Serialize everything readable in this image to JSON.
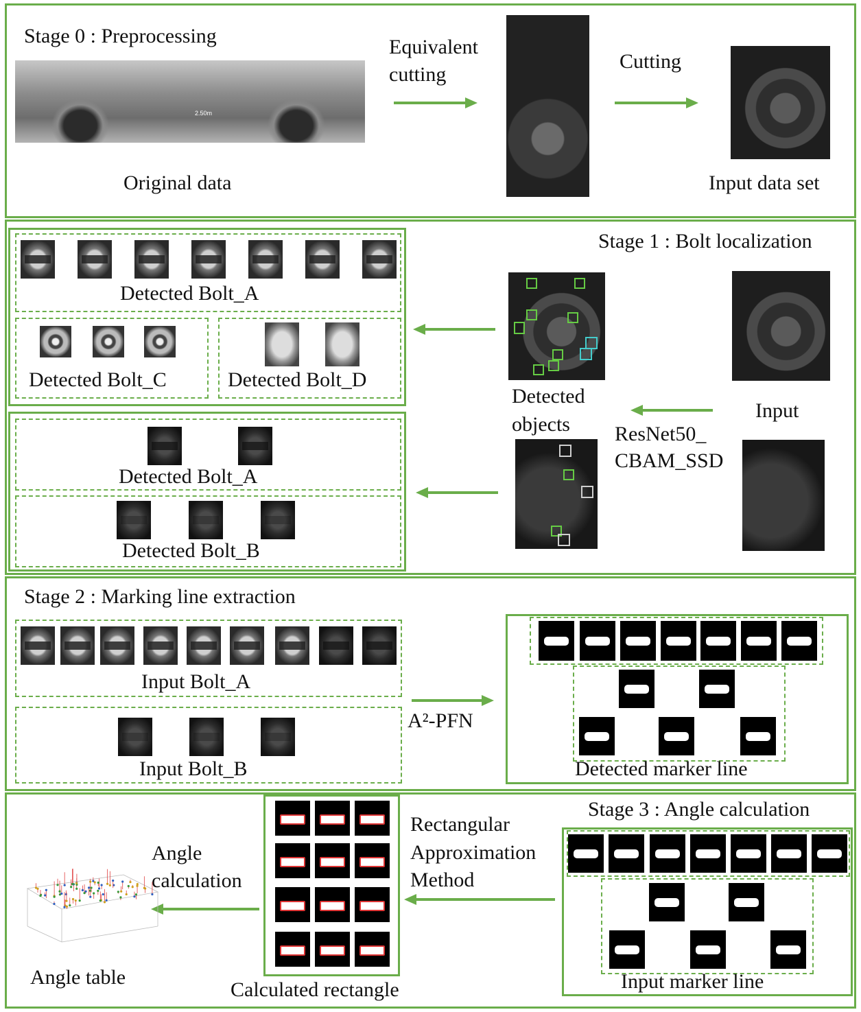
{
  "stage0": {
    "title": "Stage 0 : Preprocessing",
    "original_label": "Original data",
    "equivalent_cutting": [
      "Equivalent",
      "cutting"
    ],
    "cutting": "Cutting",
    "input_dataset": "Input data set",
    "bogie_scale_text": "2.50m"
  },
  "stage1": {
    "title": "Stage 1 : Bolt localization",
    "bolt_a_top": "Detected Bolt_A",
    "bolt_c": "Detected Bolt_C",
    "bolt_d": "Detected Bolt_D",
    "bolt_a_bottom": "Detected Bolt_A",
    "bolt_b": "Detected Bolt_B",
    "detected_objects": [
      "Detected",
      "objects"
    ],
    "input": "Input",
    "model": [
      "ResNet50_",
      "CBAM_SSD"
    ]
  },
  "stage2": {
    "title": "Stage 2 : Marking line extraction",
    "input_bolt_a": "Input Bolt_A",
    "input_bolt_b": "Input Bolt_B",
    "network": "A²-PFN",
    "detected_marker": "Detected marker line"
  },
  "stage3": {
    "title": "Stage 3 : Angle calculation",
    "method": [
      "Rectangular",
      "Approximation",
      "Method"
    ],
    "angle_calc": [
      "Angle",
      "calculation"
    ],
    "calculated_rect": "Calculated rectangle",
    "angle_table": "Angle table",
    "input_marker": "Input marker line"
  },
  "colors": {
    "accent": "#6aad4a",
    "rect_outline": "#dd3333"
  }
}
